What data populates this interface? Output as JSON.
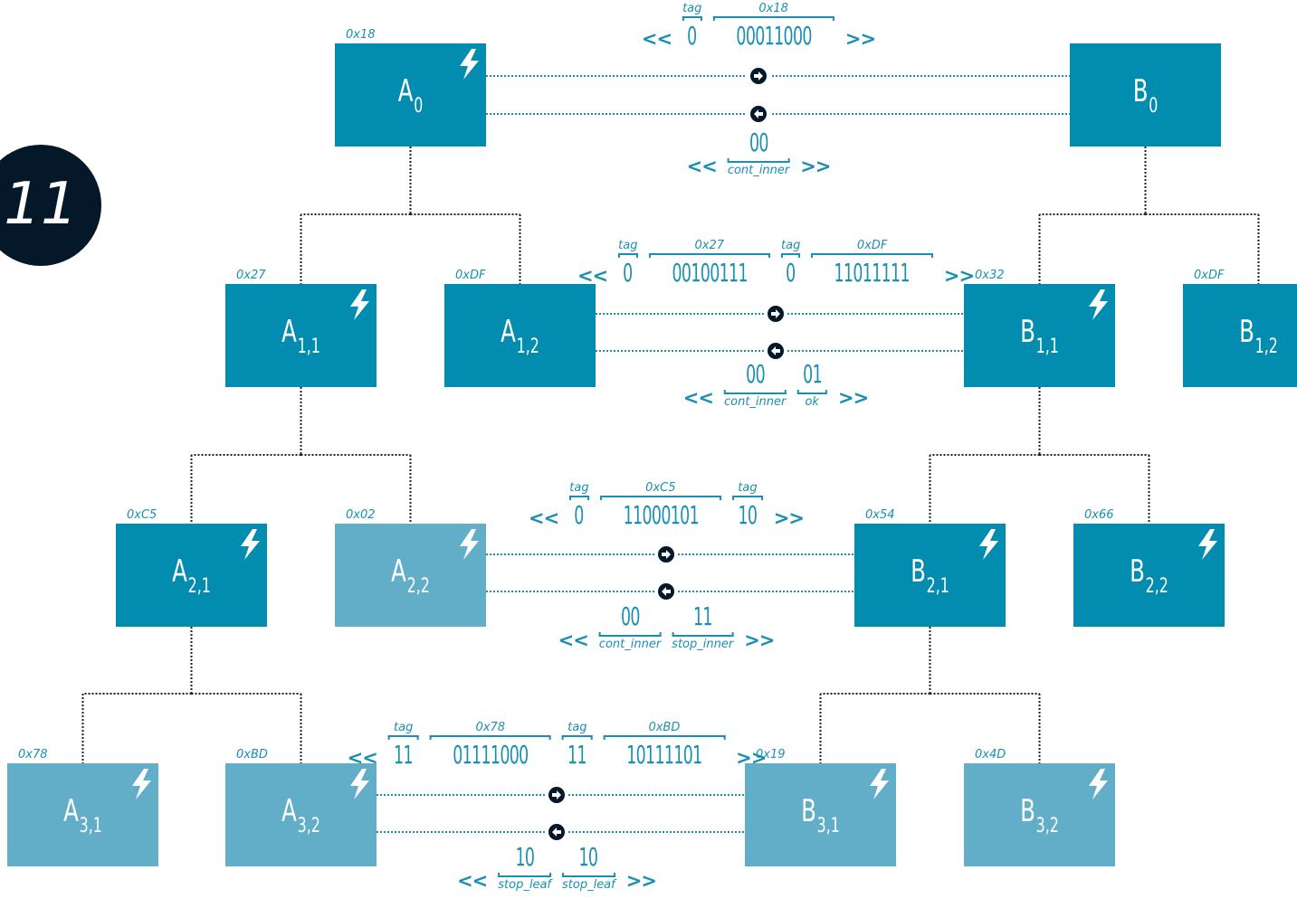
{
  "badge": {
    "text": "11"
  },
  "nodes": [
    {
      "id": "A0",
      "base": "A",
      "sub": "0",
      "hash": "0x18",
      "bolt": true,
      "tone": "dark"
    },
    {
      "id": "B0",
      "base": "B",
      "sub": "0",
      "hash": "",
      "bolt": false,
      "tone": "dark"
    },
    {
      "id": "A11",
      "base": "A",
      "sub": "1,1",
      "hash": "0x27",
      "bolt": true,
      "tone": "dark"
    },
    {
      "id": "A12",
      "base": "A",
      "sub": "1,2",
      "hash": "0xDF",
      "bolt": false,
      "tone": "dark"
    },
    {
      "id": "B11",
      "base": "B",
      "sub": "1,1",
      "hash": "0x32",
      "bolt": true,
      "tone": "dark"
    },
    {
      "id": "B12",
      "base": "B",
      "sub": "1,2",
      "hash": "0xDF",
      "bolt": false,
      "tone": "dark"
    },
    {
      "id": "A21",
      "base": "A",
      "sub": "2,1",
      "hash": "0xC5",
      "bolt": true,
      "tone": "dark"
    },
    {
      "id": "A22",
      "base": "A",
      "sub": "2,2",
      "hash": "0x02",
      "bolt": true,
      "tone": "light"
    },
    {
      "id": "B21",
      "base": "B",
      "sub": "2,1",
      "hash": "0x54",
      "bolt": true,
      "tone": "dark"
    },
    {
      "id": "B22",
      "base": "B",
      "sub": "2,2",
      "hash": "0x66",
      "bolt": true,
      "tone": "dark"
    },
    {
      "id": "A31",
      "base": "A",
      "sub": "3,1",
      "hash": "0x78",
      "bolt": true,
      "tone": "light"
    },
    {
      "id": "A32",
      "base": "A",
      "sub": "3,2",
      "hash": "0xBD",
      "bolt": true,
      "tone": "light"
    },
    {
      "id": "B31",
      "base": "B",
      "sub": "3,1",
      "hash": "0x19",
      "bolt": true,
      "tone": "light"
    },
    {
      "id": "B32",
      "base": "B",
      "sub": "3,2",
      "hash": "0x4D",
      "bolt": true,
      "tone": "light"
    }
  ],
  "tree_edges": [
    [
      "A0",
      "A11"
    ],
    [
      "A0",
      "A12"
    ],
    [
      "A11",
      "A21"
    ],
    [
      "A11",
      "A22"
    ],
    [
      "A21",
      "A31"
    ],
    [
      "A21",
      "A32"
    ],
    [
      "B0",
      "B11"
    ],
    [
      "B0",
      "B12"
    ],
    [
      "B11",
      "B21"
    ],
    [
      "B11",
      "B22"
    ],
    [
      "B21",
      "B31"
    ],
    [
      "B21",
      "B32"
    ]
  ],
  "links": [
    {
      "from": "A0",
      "to": "B0"
    },
    {
      "from": "A12",
      "to": "B11"
    },
    {
      "from": "A22",
      "to": "B21"
    },
    {
      "from": "A32",
      "to": "B31"
    }
  ],
  "messages": [
    {
      "id": "msg-level0-request",
      "direction": "request",
      "open": "<<",
      "close": ">>",
      "fields": [
        {
          "bits": "0",
          "tag": "tag"
        },
        {
          "bits": "00011000",
          "tag": "0x18"
        }
      ]
    },
    {
      "id": "msg-level0-reply",
      "direction": "reply",
      "open": "<<",
      "close": ">>",
      "fields": [
        {
          "bits": "00",
          "label": "cont_inner"
        }
      ]
    },
    {
      "id": "msg-level1-request",
      "direction": "request",
      "open": "<<",
      "close": ">>",
      "fields": [
        {
          "bits": "0",
          "tag": "tag"
        },
        {
          "bits": "00100111",
          "tag": "0x27"
        },
        {
          "bits": "0",
          "tag": "tag"
        },
        {
          "bits": "11011111",
          "tag": "0xDF"
        }
      ]
    },
    {
      "id": "msg-level1-reply",
      "direction": "reply",
      "open": "<<",
      "close": ">>",
      "fields": [
        {
          "bits": "00",
          "label": "cont_inner"
        },
        {
          "bits": "01",
          "label": "ok"
        }
      ]
    },
    {
      "id": "msg-level2-request",
      "direction": "request",
      "open": "<<",
      "close": ">>",
      "fields": [
        {
          "bits": "0",
          "tag": "tag"
        },
        {
          "bits": "11000101",
          "tag": "0xC5"
        },
        {
          "bits": "10",
          "tag": "tag"
        }
      ]
    },
    {
      "id": "msg-level2-reply",
      "direction": "reply",
      "open": "<<",
      "close": ">>",
      "fields": [
        {
          "bits": "00",
          "label": "cont_inner"
        },
        {
          "bits": "11",
          "label": "stop_inner"
        }
      ]
    },
    {
      "id": "msg-level3-request",
      "direction": "request",
      "open": "<<",
      "close": ">>",
      "fields": [
        {
          "bits": "11",
          "tag": "tag"
        },
        {
          "bits": "01111000",
          "tag": "0x78"
        },
        {
          "bits": "11",
          "tag": "tag"
        },
        {
          "bits": "10111101",
          "tag": "0xBD"
        }
      ]
    },
    {
      "id": "msg-level3-reply",
      "direction": "reply",
      "open": "<<",
      "close": ">>",
      "fields": [
        {
          "bits": "10",
          "label": "stop_leaf"
        },
        {
          "bits": "10",
          "label": "stop_leaf"
        }
      ]
    }
  ],
  "colors": {
    "node_dark": "#018cb0",
    "node_light": "#62aec9",
    "accent_text": "#1a8fb2",
    "ink": "#04182a",
    "tree_line": "#222222",
    "link_line": "#1a8fb2"
  }
}
